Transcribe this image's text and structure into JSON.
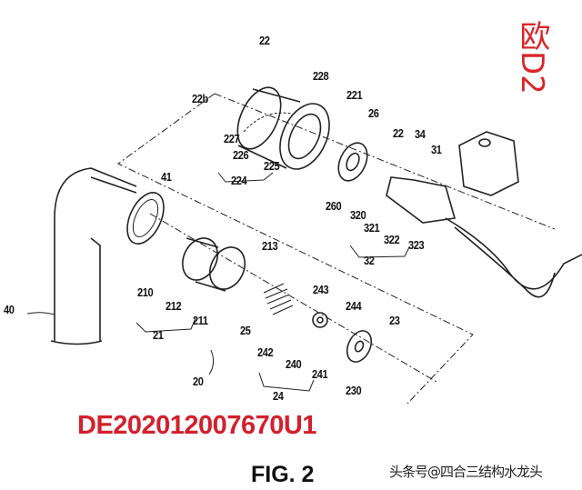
{
  "stamp": "欧D2",
  "patent_number": "DE202012007670U1",
  "figure_caption": "FIG. 2",
  "watermark": "头条号@四合三结构水龙头",
  "labels": [
    "22",
    "228",
    "22b",
    "221",
    "26",
    "227",
    "226",
    "225",
    "224",
    "22",
    "34",
    "31",
    "260",
    "320",
    "321",
    "322",
    "323",
    "32",
    "41",
    "213",
    "210",
    "212",
    "211",
    "21",
    "40",
    "25",
    "243",
    "244",
    "23",
    "242",
    "240",
    "241",
    "230",
    "20",
    "24"
  ]
}
